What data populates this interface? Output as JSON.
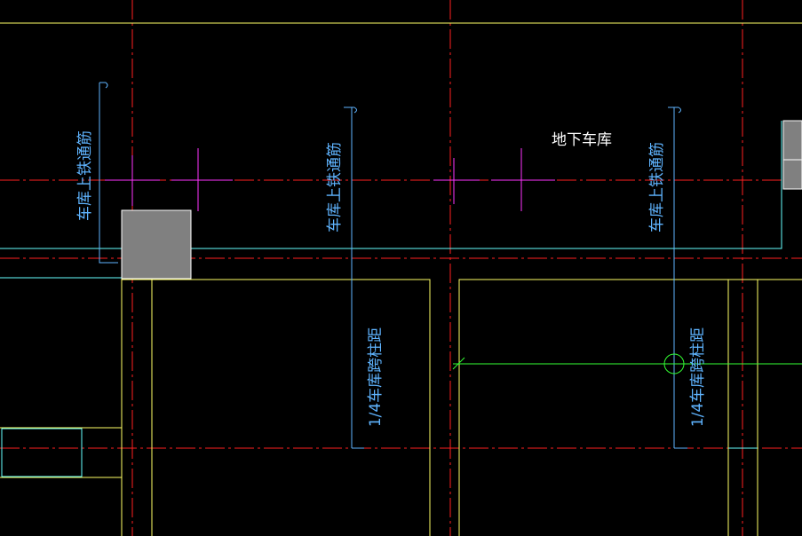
{
  "drawing": {
    "area_label": "地下车库",
    "rebar_top_label_1": "车库上铁通筋",
    "rebar_top_label_2": "车库上铁通筋",
    "rebar_top_label_3": "车库上铁通筋",
    "span_label_1": "1/4车库跨柱距",
    "span_label_2": "1/4车库跨柱距"
  },
  "colors": {
    "background": "#000000",
    "axis": "#ff2020",
    "wall": "#ffff66",
    "rebar": "#5fb4ff",
    "slab_edge": "#66ffff",
    "marker": "#ff33ff",
    "column_fill": "#808080",
    "dimension": "#33ff33",
    "text": "#ffffff"
  }
}
